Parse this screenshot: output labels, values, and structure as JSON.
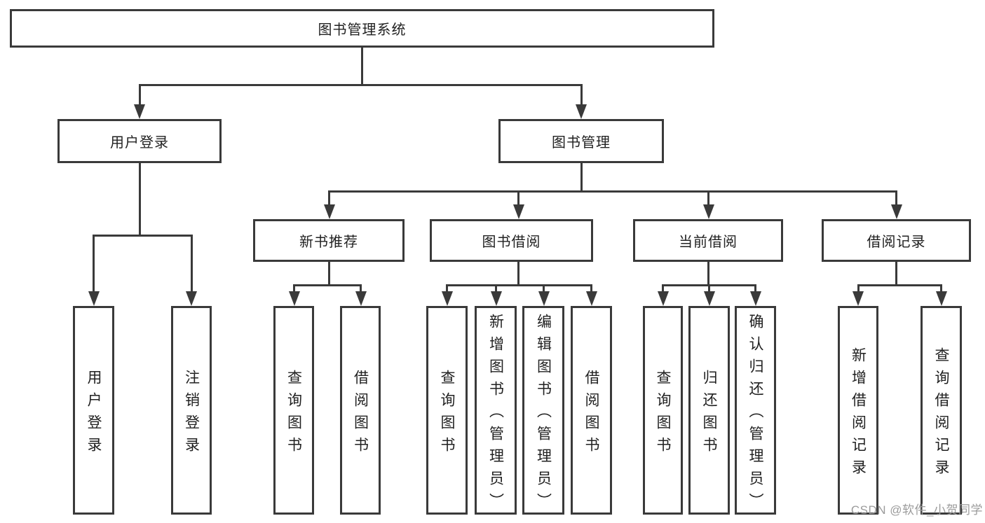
{
  "tree": {
    "root": {
      "label": "图书管理系统"
    },
    "level2": [
      {
        "label": "用户登录",
        "leaves": [
          {
            "label": "用户登录"
          },
          {
            "label": "注销登录"
          }
        ]
      },
      {
        "label": "图书管理",
        "groups": [
          {
            "label": "新书推荐",
            "leaves": [
              {
                "label": "查询图书"
              },
              {
                "label": "借阅图书"
              }
            ]
          },
          {
            "label": "图书借阅",
            "leaves": [
              {
                "label": "查询图书"
              },
              {
                "label": "新增图书（管理员）"
              },
              {
                "label": "编辑图书（管理员）"
              },
              {
                "label": "借阅图书"
              }
            ]
          },
          {
            "label": "当前借阅",
            "leaves": [
              {
                "label": "查询图书"
              },
              {
                "label": "归还图书"
              },
              {
                "label": "确认归还（管理员）"
              }
            ]
          },
          {
            "label": "借阅记录",
            "leaves": [
              {
                "label": "新增借阅记录"
              },
              {
                "label": "查询借阅记录"
              }
            ]
          }
        ]
      }
    ]
  },
  "watermark": {
    "text": "CSDN @软件_小贺同学",
    "color": "#9b9b9b"
  },
  "colors": {
    "line": "#3a3a3a",
    "text": "#212121",
    "background": "#ffffff"
  }
}
